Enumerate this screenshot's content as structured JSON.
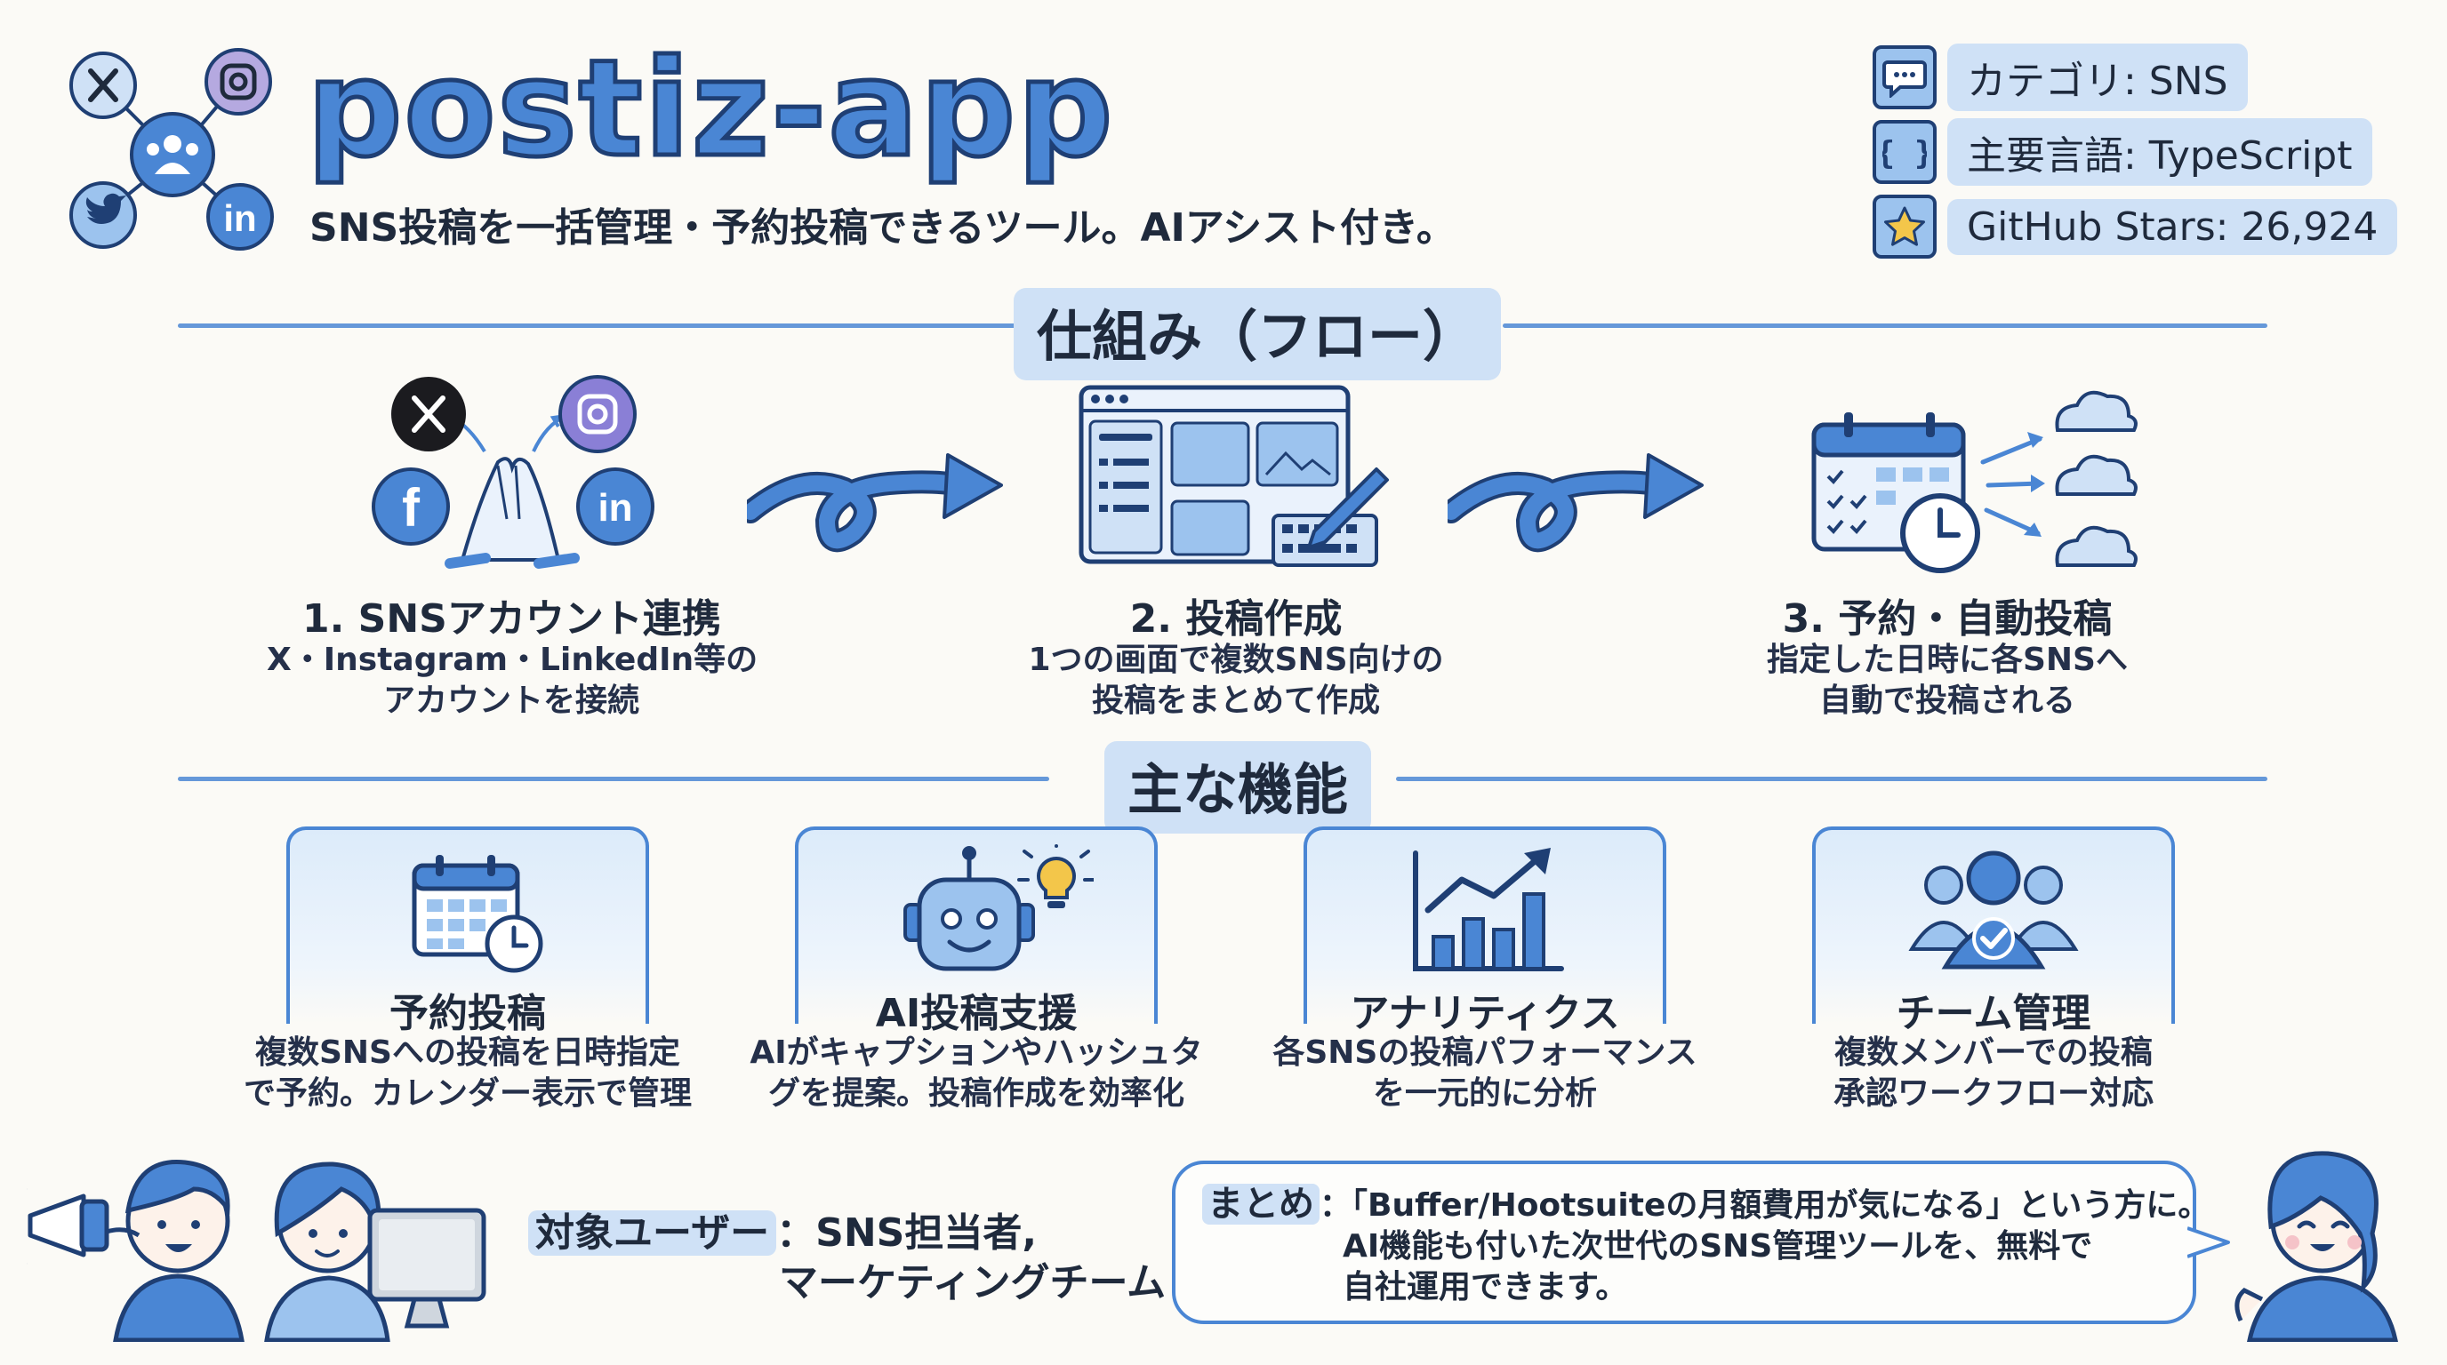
{
  "header": {
    "title": "postiz-app",
    "subtitle": "SNS投稿を一括管理・予約投稿できるツール。AIアシスト付き。",
    "meta": [
      {
        "icon": "chat-bubble-icon",
        "label": "カテゴリ: SNS"
      },
      {
        "icon": "code-braces-icon",
        "label": "主要言語: TypeScript"
      },
      {
        "icon": "star-icon",
        "label": "GitHub Stars: 26,924"
      }
    ],
    "logo_icons": [
      "x-logo-icon",
      "instagram-logo-icon",
      "users-group-icon",
      "twitter-bird-icon",
      "linkedin-logo-icon"
    ]
  },
  "sections": {
    "flow_title": "仕組み（フロー）",
    "features_title": "主な機能"
  },
  "flow": [
    {
      "name": "1. SNSアカウント連携",
      "desc": [
        "X・Instagram・LinkedIn等の",
        "アカウントを接続"
      ],
      "icon": "connect-accounts-icon"
    },
    {
      "name": "2. 投稿作成",
      "desc": [
        "1つの画面で複数SNS向けの",
        "投稿をまとめて作成"
      ],
      "icon": "editor-window-icon"
    },
    {
      "name": "3. 予約・自動投稿",
      "desc": [
        "指定した日時に各SNSへ",
        "自動で投稿される"
      ],
      "icon": "calendar-clouds-icon"
    }
  ],
  "features": [
    {
      "name": "予約投稿",
      "desc": [
        "複数SNSへの投稿を日時指定",
        "で予約。カレンダー表示で管理"
      ],
      "icon": "calendar-clock-icon"
    },
    {
      "name": "AI投稿支援",
      "desc": [
        "AIがキャプションやハッシュタ",
        "グを提案。投稿作成を効率化"
      ],
      "icon": "robot-lightbulb-icon"
    },
    {
      "name": "アナリティクス",
      "desc": [
        "各SNSの投稿パフォーマンス",
        "を一元的に分析"
      ],
      "icon": "bar-chart-trend-icon"
    },
    {
      "name": "チーム管理",
      "desc": [
        "複数メンバーでの投稿",
        "承認ワークフロー対応"
      ],
      "icon": "team-check-icon"
    }
  ],
  "target": {
    "label": "対象ユーザー",
    "separator": "：",
    "line1": "SNS担当者,",
    "line2": "マーケティングチーム"
  },
  "summary": {
    "label": "まとめ",
    "separator": "：",
    "line1": "「Buffer/Hootsuiteの月額費用が気になる」という方に。",
    "line2": "AI機能も付いた次世代のSNS管理ツールを、無料で",
    "line3": "自社運用できます。"
  },
  "colors": {
    "accent": "#4a86d4",
    "accent_dark": "#1f3f74",
    "highlight": "#cfe1f6",
    "text": "#1f2a3c",
    "background": "#fbfaf6"
  }
}
